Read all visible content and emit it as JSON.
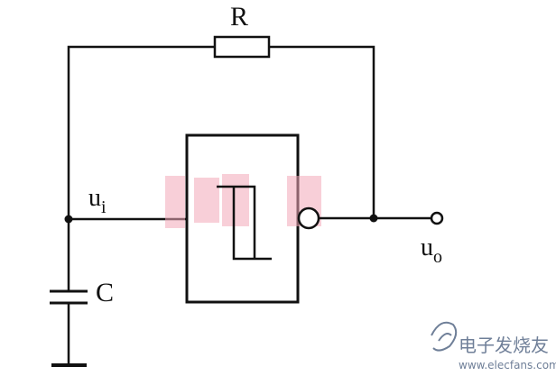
{
  "circuit": {
    "resistor_label": "R",
    "capacitor_label": "C",
    "input_label": {
      "main": "u",
      "sub": "i"
    },
    "output_label": {
      "main": "u",
      "sub": "o"
    },
    "gate_type": "schmitt-trigger-inverter"
  },
  "watermark": {
    "text": "电子发烧友",
    "url": "www.elecfans.com"
  },
  "colors": {
    "wire": "#111111",
    "background": "#ffffff",
    "watermark": "#6f7f98",
    "overlay_pink": "#f3a9b9"
  }
}
